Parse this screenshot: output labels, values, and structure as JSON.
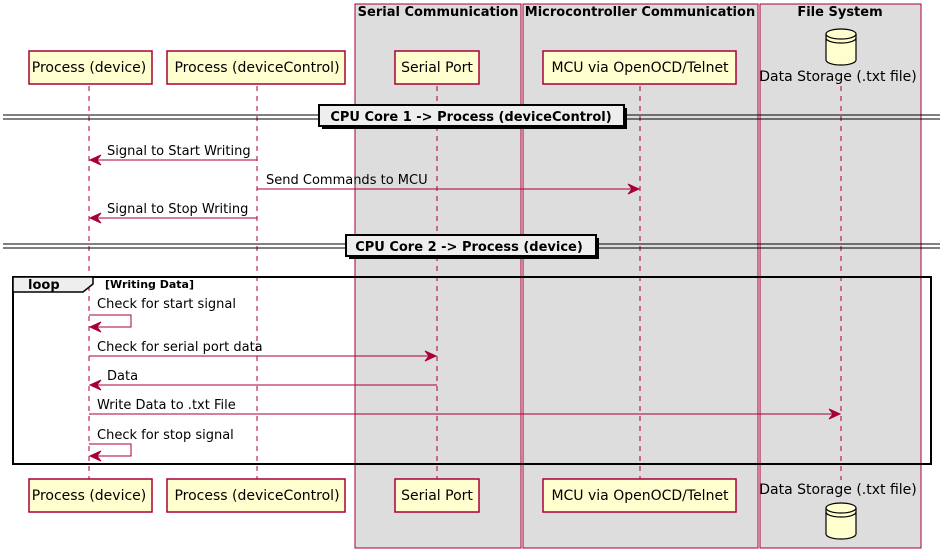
{
  "colors": {
    "line": "#A80036",
    "participant_fill": "#FEFECE",
    "box_fill": "#DDDDDD",
    "frame": "#000000",
    "text": "#000000"
  },
  "boxes": [
    {
      "id": "serial",
      "label": "Serial Communication"
    },
    {
      "id": "mcu",
      "label": "Microcontroller Communication"
    },
    {
      "id": "fs",
      "label": "File System"
    }
  ],
  "participants": [
    {
      "id": "device",
      "label": "Process (device)",
      "kind": "participant"
    },
    {
      "id": "deviceControl",
      "label": "Process (deviceControl)",
      "kind": "participant"
    },
    {
      "id": "serialPort",
      "label": "Serial Port",
      "kind": "participant"
    },
    {
      "id": "mcu",
      "label": "MCU via OpenOCD/Telnet",
      "kind": "participant"
    },
    {
      "id": "storage",
      "label": "Data Storage (.txt file)",
      "kind": "database"
    }
  ],
  "dividers": [
    {
      "label": "CPU Core 1 -> Process (deviceControl)"
    },
    {
      "label": "CPU Core 2 -> Process (device)"
    }
  ],
  "loop": {
    "keyword": "loop",
    "condition": "[Writing Data]"
  },
  "messages": [
    {
      "from": "deviceControl",
      "to": "device",
      "label": "Signal to Start Writing"
    },
    {
      "from": "deviceControl",
      "to": "mcu",
      "label": "Send Commands to MCU"
    },
    {
      "from": "deviceControl",
      "to": "device",
      "label": "Signal to Stop Writing"
    },
    {
      "from": "device",
      "to": "device",
      "label": "Check for start signal"
    },
    {
      "from": "device",
      "to": "serialPort",
      "label": "Check for serial port data"
    },
    {
      "from": "serialPort",
      "to": "device",
      "label": "Data"
    },
    {
      "from": "device",
      "to": "storage",
      "label": "Write Data to .txt File"
    },
    {
      "from": "device",
      "to": "device",
      "label": "Check for stop signal"
    }
  ]
}
